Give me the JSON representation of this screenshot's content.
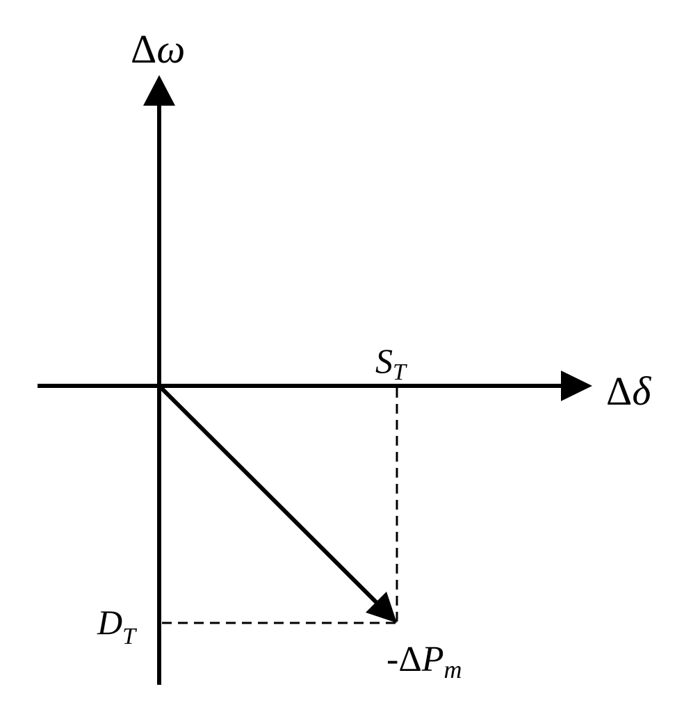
{
  "diagram": {
    "axes": {
      "vertical_label": {
        "delta": "Δ",
        "symbol": "ω"
      },
      "horizontal_label": {
        "delta": "Δ",
        "symbol": "δ"
      }
    },
    "points": {
      "s_t": {
        "main": "S",
        "sub": "T"
      },
      "d_t": {
        "main": "D",
        "sub": "T"
      },
      "result": {
        "prefix": "-Δ",
        "main": "P",
        "sub": "m"
      }
    },
    "colors": {
      "ink": "#000000",
      "background": "#ffffff"
    }
  }
}
